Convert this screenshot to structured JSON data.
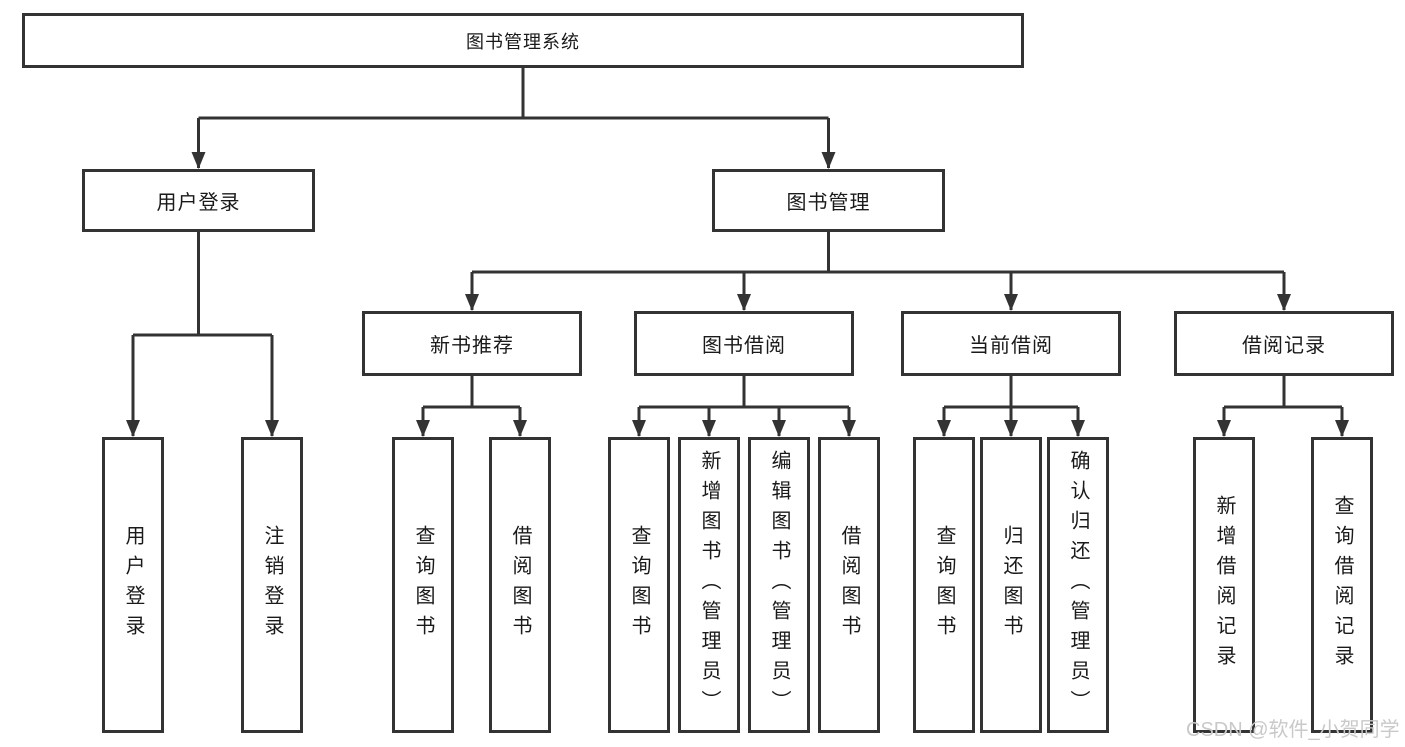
{
  "tree": {
    "root": {
      "label": "图书管理系统"
    },
    "branches": [
      {
        "label": "用户登录",
        "children": [
          {
            "label": "用户登录"
          },
          {
            "label": "注销登录"
          }
        ]
      },
      {
        "label": "图书管理",
        "children": [
          {
            "label": "新书推荐",
            "children": [
              {
                "label": "查询图书"
              },
              {
                "label": "借阅图书"
              }
            ]
          },
          {
            "label": "图书借阅",
            "children": [
              {
                "label": "查询图书"
              },
              {
                "label": "新增图书（管理员）"
              },
              {
                "label": "编辑图书（管理员）"
              },
              {
                "label": "借阅图书"
              }
            ]
          },
          {
            "label": "当前借阅",
            "children": [
              {
                "label": "查询图书"
              },
              {
                "label": "归还图书"
              },
              {
                "label": "确认归还（管理员）"
              }
            ]
          },
          {
            "label": "借阅记录",
            "children": [
              {
                "label": "新增借阅记录"
              },
              {
                "label": "查询借阅记录"
              }
            ]
          }
        ]
      }
    ]
  },
  "watermark": {
    "text": "CSDN @软件_小贺同学"
  },
  "colors": {
    "line": "#333333",
    "box_border": "#333333",
    "text": "#1a1a1a",
    "watermark": "#c9c9c9",
    "background": "#ffffff"
  }
}
